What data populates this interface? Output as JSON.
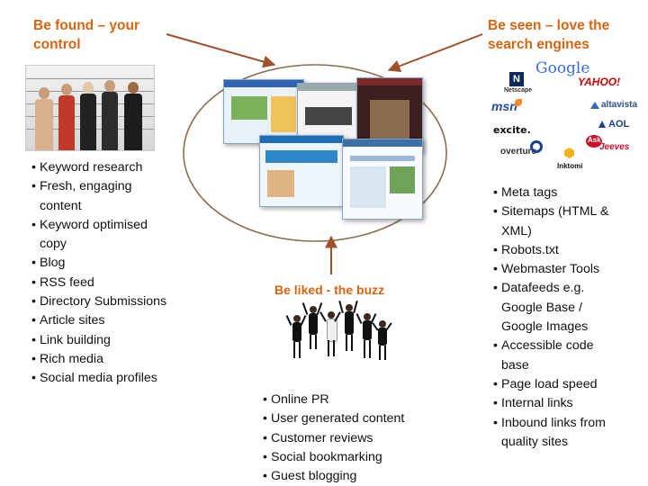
{
  "sections": {
    "found": {
      "title_line1": "Be found – your",
      "title_line2": "control",
      "items": [
        "Keyword research",
        "Fresh, engaging",
        "content",
        "Keyword optimised",
        "copy",
        "Blog",
        "RSS feed",
        "Directory Submissions",
        "Article sites",
        "Link building",
        "Rich media",
        "Social media profiles"
      ],
      "bullets": [
        true,
        true,
        false,
        true,
        false,
        true,
        true,
        true,
        true,
        true,
        true,
        true
      ]
    },
    "seen": {
      "title_line1": "Be seen – love the",
      "title_line2": "search engines",
      "items": [
        "Meta tags",
        "Sitemaps (HTML &",
        "XML)",
        "Robots.txt",
        "Webmaster Tools",
        "Datafeeds e.g.",
        "Google Base /",
        "Google Images",
        "Accessible code",
        "base",
        "Page load speed",
        "Internal links",
        "Inbound links from",
        "quality sites"
      ],
      "bullets": [
        true,
        true,
        false,
        true,
        true,
        true,
        false,
        false,
        true,
        false,
        true,
        true,
        true,
        false
      ]
    },
    "liked": {
      "title": "Be liked - the buzz",
      "items": [
        "Online PR",
        "User generated content",
        "Customer reviews",
        "Social bookmarking",
        "Guest blogging"
      ]
    }
  },
  "logos": {
    "google": "Google",
    "netscape": "Netscape",
    "yahoo": "YAHOO!",
    "msn": "msn",
    "altavista": "altavista",
    "excite": "excite.",
    "aol": "AOL",
    "ask": "Ask",
    "jeeves": "Jeeves",
    "overture": "overture",
    "inktomi": "Inktomi"
  },
  "colors": {
    "heading": "#d9640f",
    "arrow": "#a0522d",
    "ellipse": "#8b6d4f"
  }
}
